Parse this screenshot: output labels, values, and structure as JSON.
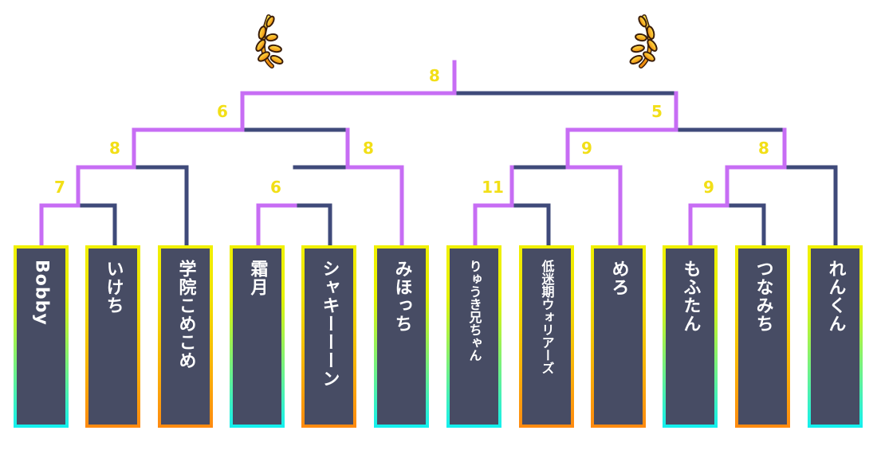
{
  "colors": {
    "winner_line": "#c76df4",
    "loser_line": "#3f4a7a",
    "score": "#f2df17",
    "card_bg": "#474c64",
    "name_text": "#ffffff"
  },
  "icons": {
    "left_trophy": "laurel-icon",
    "right_trophy": "laurel-icon"
  },
  "final_score": "8",
  "scores": {
    "sf_left": "6",
    "sf_right": "5",
    "qf1": "8",
    "qf2": "8",
    "qf3": "9",
    "qf4": "8",
    "r1a": "7",
    "r1b": "6",
    "r1c": "11",
    "r1d": "9"
  },
  "players": [
    {
      "name": "Bobby",
      "frame": "cyan"
    },
    {
      "name": "いけち",
      "frame": "orange"
    },
    {
      "name": "学院こめこめ",
      "frame": "orange"
    },
    {
      "name": "霜月",
      "frame": "cyan"
    },
    {
      "name": "シャキーーーン",
      "frame": "orange"
    },
    {
      "name": "みほっち",
      "frame": "cyan"
    },
    {
      "name": "りゅうき兄ちゃん",
      "frame": "cyan"
    },
    {
      "name": "低迷期ウォリアーズ",
      "frame": "orange"
    },
    {
      "name": "めろ",
      "frame": "orange"
    },
    {
      "name": "もふたん",
      "frame": "cyan"
    },
    {
      "name": "つなみち",
      "frame": "orange"
    },
    {
      "name": "れんくん",
      "frame": "cyan"
    }
  ]
}
